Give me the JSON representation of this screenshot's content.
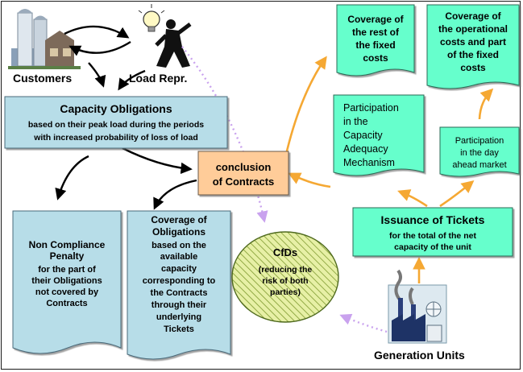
{
  "actors": {
    "customers": "Customers",
    "load_repr": "Load Repr.",
    "generation_units": "Generation Units"
  },
  "boxes": {
    "capacity_obligations": {
      "title": "Capacity Obligations",
      "lines": [
        "based on their peak load during the periods",
        "with increased probability of loss of load"
      ]
    },
    "conclusion": {
      "lines": [
        "conclusion",
        "of Contracts"
      ]
    },
    "non_compliance": {
      "lines": [
        "Non Compliance",
        "Penalty",
        "for the part of",
        "their Obligations",
        "not covered by",
        "Contracts"
      ]
    },
    "coverage_obligations": {
      "lines": [
        "Coverage of",
        "Obligations",
        "based on the",
        "available",
        "capacity",
        "corresponding to",
        "the Contracts",
        "through their",
        "underlying",
        "Tickets"
      ]
    },
    "cfds": {
      "lines": [
        "CfDs",
        "(reducing the",
        "risk of both",
        "parties)"
      ]
    },
    "coverage_rest": {
      "lines": [
        "Coverage of",
        "the rest of",
        "the fixed",
        "costs"
      ]
    },
    "coverage_operational": {
      "lines": [
        "Coverage of",
        "the operational",
        "costs and part",
        "of the fixed",
        "costs"
      ]
    },
    "participation_cam": {
      "lines": [
        "Participation",
        "in the",
        "Capacity",
        "Adequacy",
        "Mechanism"
      ]
    },
    "participation_dam": {
      "lines": [
        "Participation",
        "in the day",
        "ahead market"
      ]
    },
    "issuance": {
      "title": "Issuance of Tickets",
      "lines": [
        "for the total of the net",
        "capacity of the unit"
      ]
    }
  },
  "colors": {
    "teal_box": "#b7dde8",
    "green_box": "#66ffcc",
    "orange_box": "#ffcc99",
    "cfd_fill": "#e7f0a6",
    "cfd_stripe": "#7f9a2f",
    "orange_arrow": "#f5a833",
    "purple_dotted": "#c9a2ee",
    "black": "#000000"
  },
  "icons": [
    "silo-farm-icon",
    "lightbulb-worker-icon",
    "factory-icon"
  ]
}
